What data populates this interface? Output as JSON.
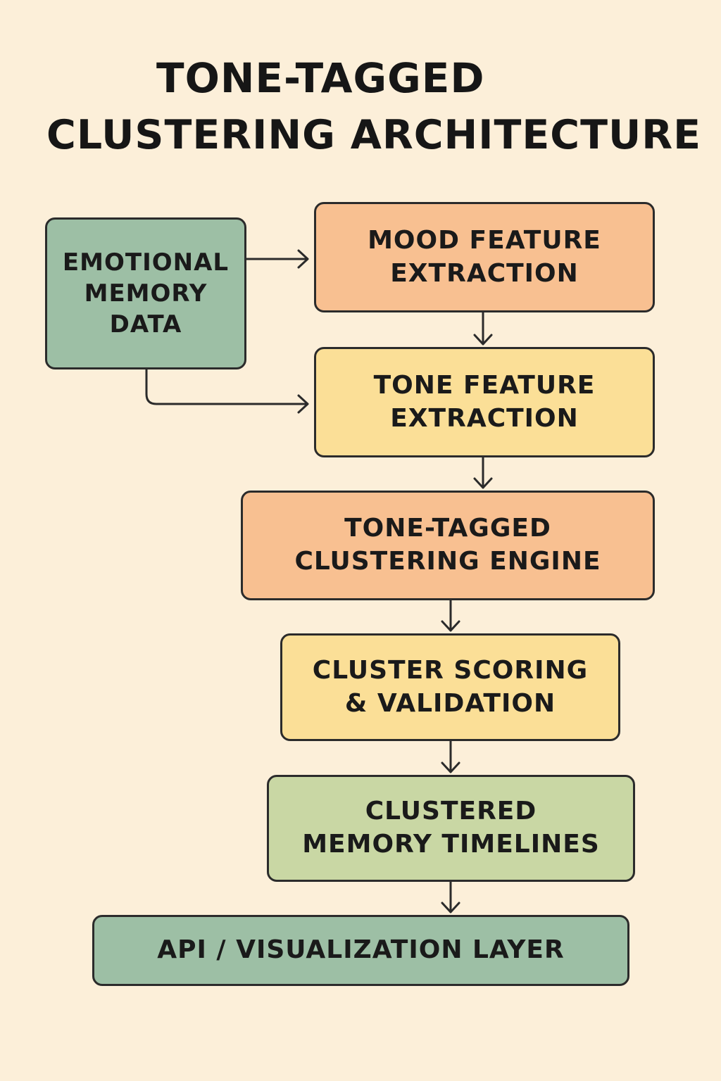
{
  "title": {
    "line1": "TONE-TAGGED",
    "line2": "CLUSTERING ARCHITECTURE"
  },
  "nodes": {
    "data": [
      "EMOTIONAL",
      "MEMORY",
      "DATA"
    ],
    "mood": [
      "MOOD FEATURE",
      "EXTRACTION"
    ],
    "tone": [
      "TONE FEATURE",
      "EXTRACTION"
    ],
    "engine": [
      "TONE-TAGGED",
      "CLUSTERING ENGINE"
    ],
    "scoring": [
      "CLUSTER SCORING",
      "& VALIDATION"
    ],
    "timelines": [
      "CLUSTERED",
      "MEMORY TIMELINES"
    ],
    "api": [
      "API / VISUALIZATION LAYER"
    ]
  },
  "edges": [
    {
      "from": "data",
      "to": "mood"
    },
    {
      "from": "data",
      "to": "tone"
    },
    {
      "from": "mood",
      "to": "tone"
    },
    {
      "from": "tone",
      "to": "engine"
    },
    {
      "from": "engine",
      "to": "scoring"
    },
    {
      "from": "scoring",
      "to": "timelines"
    },
    {
      "from": "timelines",
      "to": "api"
    }
  ],
  "colors": {
    "background": "#fcefd9",
    "sage": "#9dbfa5",
    "orange": "#f8c091",
    "yellow": "#fbdf97",
    "olive": "#c9d7a4",
    "stroke": "#2b2b2b"
  }
}
